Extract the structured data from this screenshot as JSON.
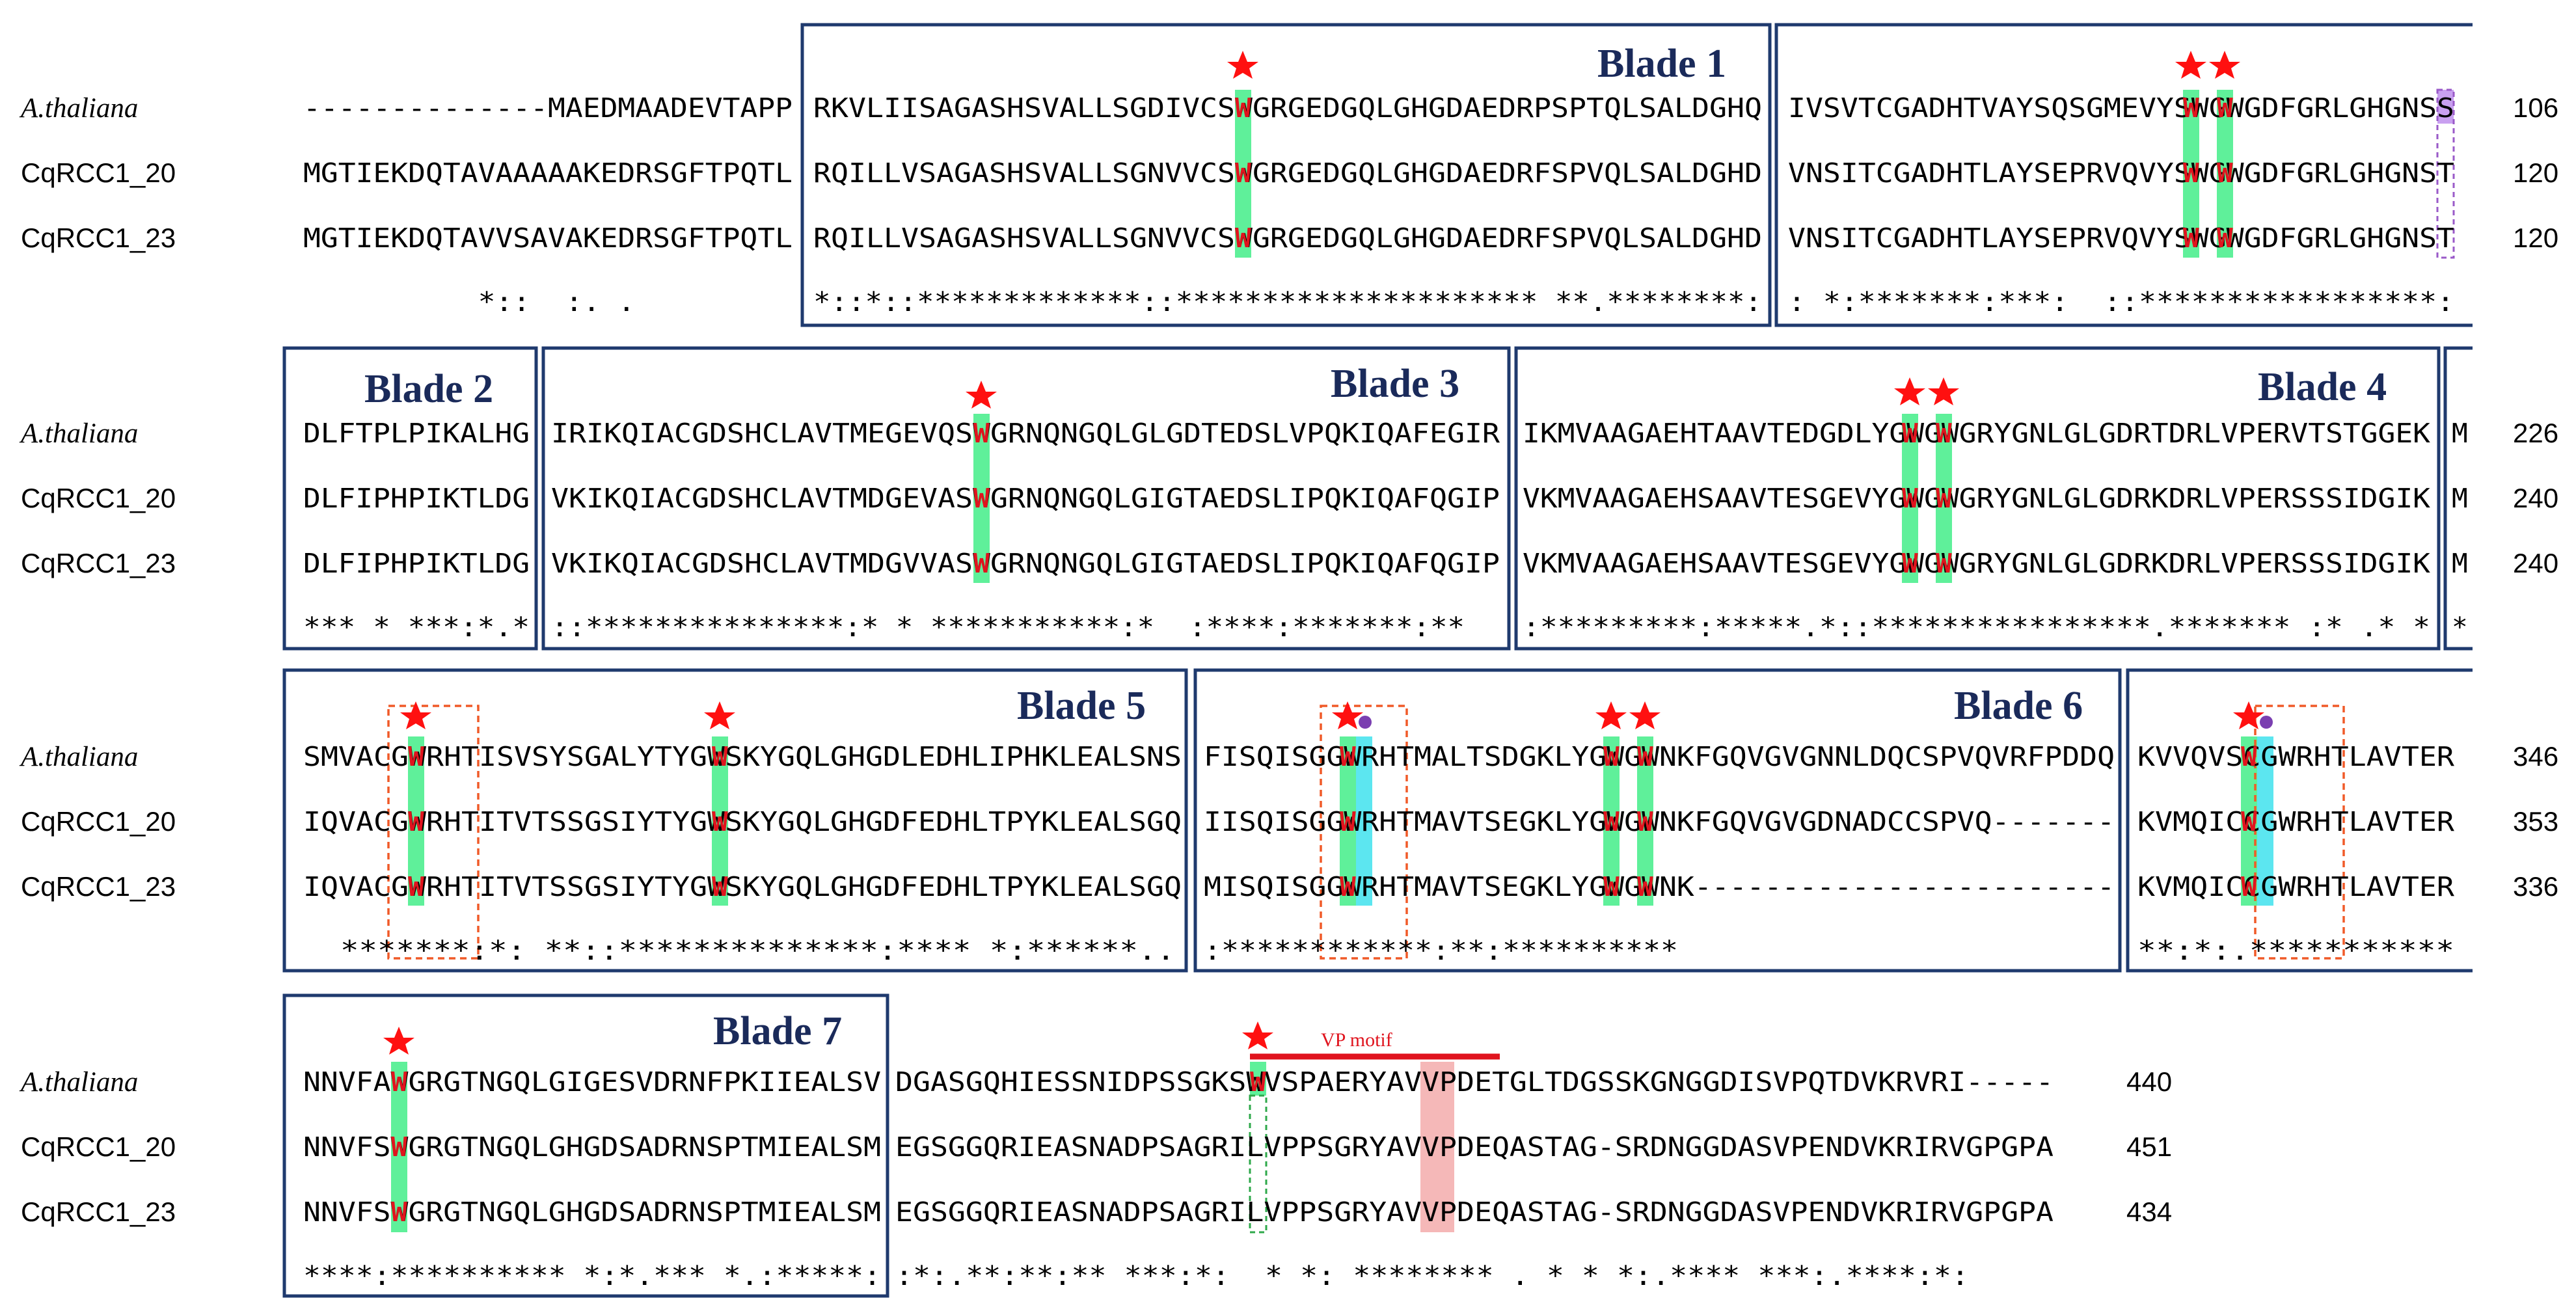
{
  "species": [
    "A.thaliana",
    "CqRCC1_20",
    "CqRCC1_23"
  ],
  "blades": [
    "Blade 1",
    "Blade 2",
    "Blade 3",
    "Blade 4",
    "Blade 5",
    "Blade 6",
    "Blade 7"
  ],
  "motif_label": "VP motif",
  "colors": {
    "box": "#1f3a6e",
    "blade_text": "#1a2a5a",
    "conserved_w": "#e0141e",
    "green_highlight": "#5ff09a",
    "blue_highlight": "#5ce6f0",
    "purple_highlight": "#c9a0f0",
    "pink_highlight": "#f5b8b8",
    "star": "#ff1010",
    "dot": "#7a3fb0",
    "dashed_orange": "#f05a28",
    "dashed_green": "#2ea84a",
    "dashed_purple": "#9a5ac8"
  },
  "rows": [
    {
      "segments": [
        [
          "--------------MAEDMAADEVTAPP",
          "MGTIEKDQTAVAAAAAKEDRSGFTPQTL",
          "MGTIEKDQTAVVSAVAKEDRSGFTPQTL",
          "          *::  :. .         "
        ],
        [
          "RKVLIISAGASHSVALLSGDIVCSWGRGEDGQLGHGDAEDRPSPTQLSALDGHQ",
          "RQILLVSAGASHSVALLSGNVVCSWGRGEDGQLGHGDAEDRFSPVQLSALDGHD",
          "RQILLVSAGASHSVALLSGNVVCSWGRGEDGQLGHGDAEDRFSPVQLSALDGHD",
          "*::*::*************::********************* **.********:"
        ],
        [
          "IVSVTCGADHTVAYSQSGMEVYSWGWGDFGRLGHGNSS",
          "VNSITCGADHTLAYSEPRVQVYSWGWGDFGRLGHGNST",
          "VNSITCGADHTLAYSEPRVQVYSWGWGDFGRLGHGNST",
          ": *:*******:***:  ::*****************:"
        ]
      ],
      "numbers": [
        "106",
        "120",
        "120"
      ]
    },
    {
      "segments": [
        [
          "DLFTPLPIKALHG",
          "DLFIPHPIKTLDG",
          "DLFIPHPIKTLDG",
          "*** * ***:*.*"
        ],
        [
          "IRIKQIACGDSHCLAVTMEGEVQSWGRNQNGQLGLGDTEDSLVPQKIQAFEGIR",
          "VKIKQIACGDSHCLAVTMDGEVASWGRNQNGQLGIGTAEDSLIPQKIQAFQGIP",
          "VKIKQIACGDSHCLAVTMDGVVASWGRNQNGQLGIGTAEDSLIPQKIQAFQGIP",
          "::***************:* * ***********:*  :****:*******:**"
        ],
        [
          "IKMVAAGAEHTAAVTEDGDLYGWGWGRYGNLGLGDRTDRLVPERVTSTGGEK",
          "VKMVAAGAEHSAAVTESGEVYGWGWGRYGNLGLGDRKDRLVPERSSSIDGIK",
          "VKMVAAGAEHSAAVTESGEVYGWGWGRYGNLGLGDRKDRLVPERSSSIDGIK",
          ":*********:*****.*::****************.******* :* .* *"
        ],
        [
          "M",
          "M",
          "M",
          "*"
        ]
      ],
      "numbers": [
        "226",
        "240",
        "240"
      ]
    },
    {
      "segments": [
        [
          "SMVACGWRHTISVSYSGALYTYGWSKYGQLGHGDLEDHLIPHKLEALSNS",
          "IQVACGWRHTITVTSSGSIYTYGWSKYGQLGHGDFEDHLTPYKLEALSGQ",
          "IQVACGWRHTITVTSSGSIYTYGWSKYGQLGHGDFEDHLTPYKLEALSGQ",
          "  *******:*: **::**************:**** *:******.."
        ],
        [
          "FISQISGGWRHTMALTSDGKLYGWGWNKFGQVGVGNNLDQCSPVQVRFPDDQ",
          "IISQISGGWRHTMAVTSEGKLYGWGWNKFGQVGVGDNADCCSPVQ-------",
          "MISQISGGWRHTMAVTSEGKLYGWGWNK------------------------",
          ":************:**:**********"
        ],
        [
          "KVVQVSCGWRHTLAVTER",
          "KVMQICCGWRHTLAVTER",
          "KVMQICCGWRHTLAVTER",
          "**:*:.***********"
        ]
      ],
      "numbers": [
        "346",
        "353",
        "336"
      ]
    },
    {
      "segments": [
        [
          "NNVFAWGRGTNGQLGIGESVDRNFPKIIEALSV",
          "NNVFSWGRGTNGQLGHGDSADRNSPTMIEALSM",
          "NNVFSWGRGTNGQLGHGDSADRNSPTMIEALSM",
          "****:********** *:*.*** *.:*****:"
        ],
        [
          "DGASGQHIESSNIDPSSGKSWVSPAERYAVVPDETGLTDGSSKGNGGDISVPQTDVKRVRI-----",
          "EGSGGQRIEASNADPSAGRILVPPSGRYAVVPDEQASTAG-SRDNGGDASVPENDVKRIRVGPGPA",
          "EGSGGQRIEASNADPSAGRILVPPSGRYAVVPDEQASTAG-SRDNGGDASVPENDVKRIRVGPGPA",
          ":*:.**:**:** ***:*:  * *: ******** . * * *:.**** ***:.****:*:"
        ]
      ],
      "numbers": [
        "440",
        "451",
        "434"
      ]
    }
  ]
}
